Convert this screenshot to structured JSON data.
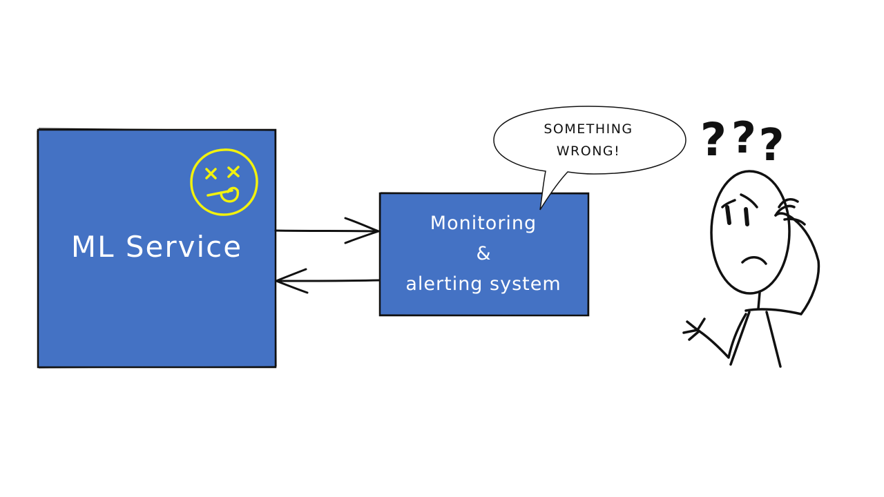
{
  "ml_service": {
    "label": "ML Service"
  },
  "monitoring": {
    "line1": "Monitoring",
    "line2": "&",
    "line3": "alerting system"
  },
  "speech_bubble": {
    "line1": "SOMETHING",
    "line2": "WRONG!"
  },
  "question_marks": {
    "q1": "?",
    "q2": "?",
    "q3": "?"
  },
  "icons": {
    "dizzy_face": "dizzy-face-icon",
    "confused_person": "confused-stick-figure-icon"
  },
  "colors": {
    "box_fill": "#4472C4",
    "box_stroke": "#111111",
    "box_text": "#ffffff",
    "face_stroke": "#F2F20D",
    "line_stroke": "#111111",
    "background": "#ffffff"
  }
}
